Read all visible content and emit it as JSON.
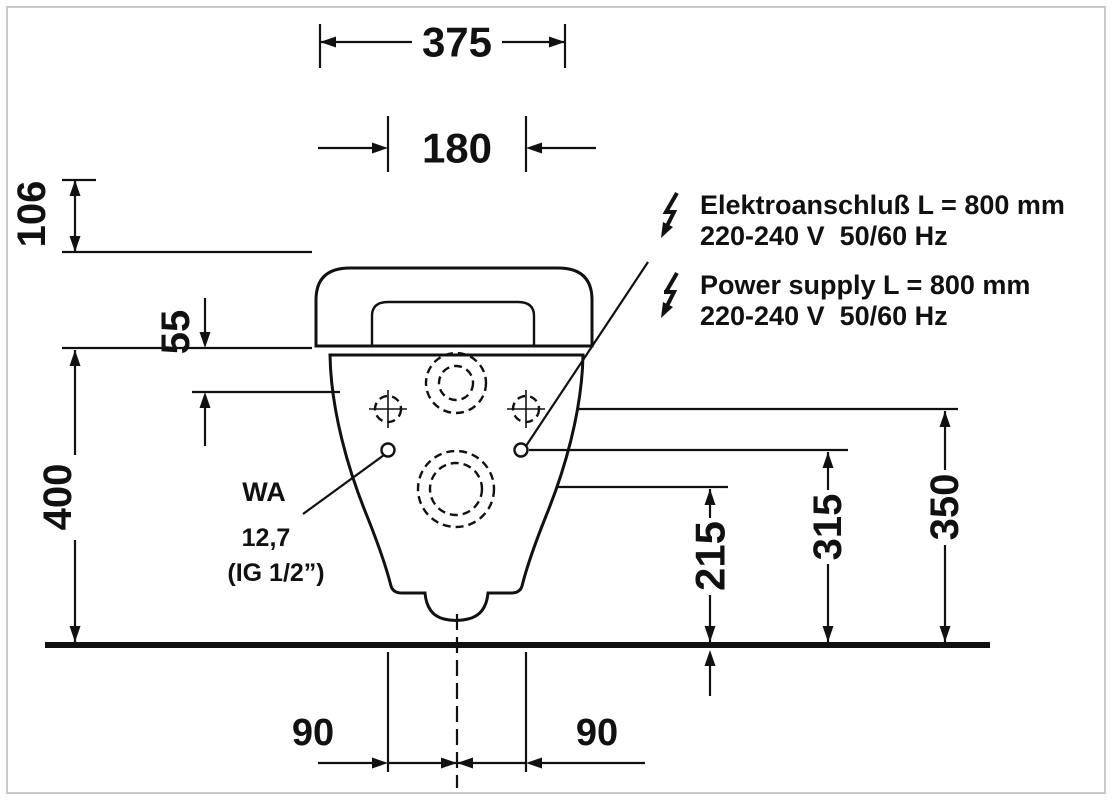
{
  "drawing": {
    "dims": {
      "seat_width": "375",
      "hole_spacing": "180",
      "lid_height": "106",
      "seat_thickness": "55",
      "rim_height": "400",
      "outlet_height": "215",
      "connection_height": "315",
      "fixing_height": "350",
      "bottom_left": "90",
      "bottom_right": "90"
    },
    "electrical_de": {
      "line1": "Elektroanschluß L = 800 mm",
      "line2": "220-240 V  50/60 Hz"
    },
    "electrical_en": {
      "line1": "Power supply L = 800 mm",
      "line2": "220-240 V  50/60 Hz"
    },
    "water": {
      "label": "WA",
      "size": "12,7",
      "thread": "(IG 1/2”)"
    },
    "colors": {
      "ink": "#111111",
      "background": "#ffffff",
      "frame": "#c9c9c9"
    }
  }
}
